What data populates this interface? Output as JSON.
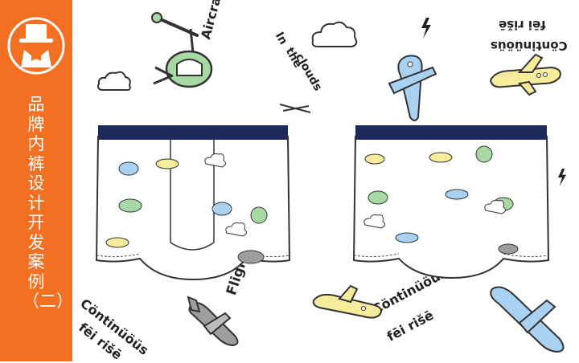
{
  "sidebar": {
    "title": "品牌内裤设计开发案例（二）",
    "logo_icon": "tophat-gentleman-logo",
    "accent": "#f36f21"
  },
  "pattern_text": {
    "in_the_clouds": [
      "In",
      "the",
      "clouds"
    ],
    "aircraft": "Aircraft",
    "continuous": "Cöntinüöüs",
    "fei_rise": "fēi rišē",
    "flight": "Flight"
  },
  "colors": {
    "waistband": "#1c2a5c",
    "plane_yellow": "#f7ec9c",
    "plane_blue": "#a9d2f2",
    "heli_green": "#a8d8a4",
    "plane_gray": "#9e9e9e"
  }
}
